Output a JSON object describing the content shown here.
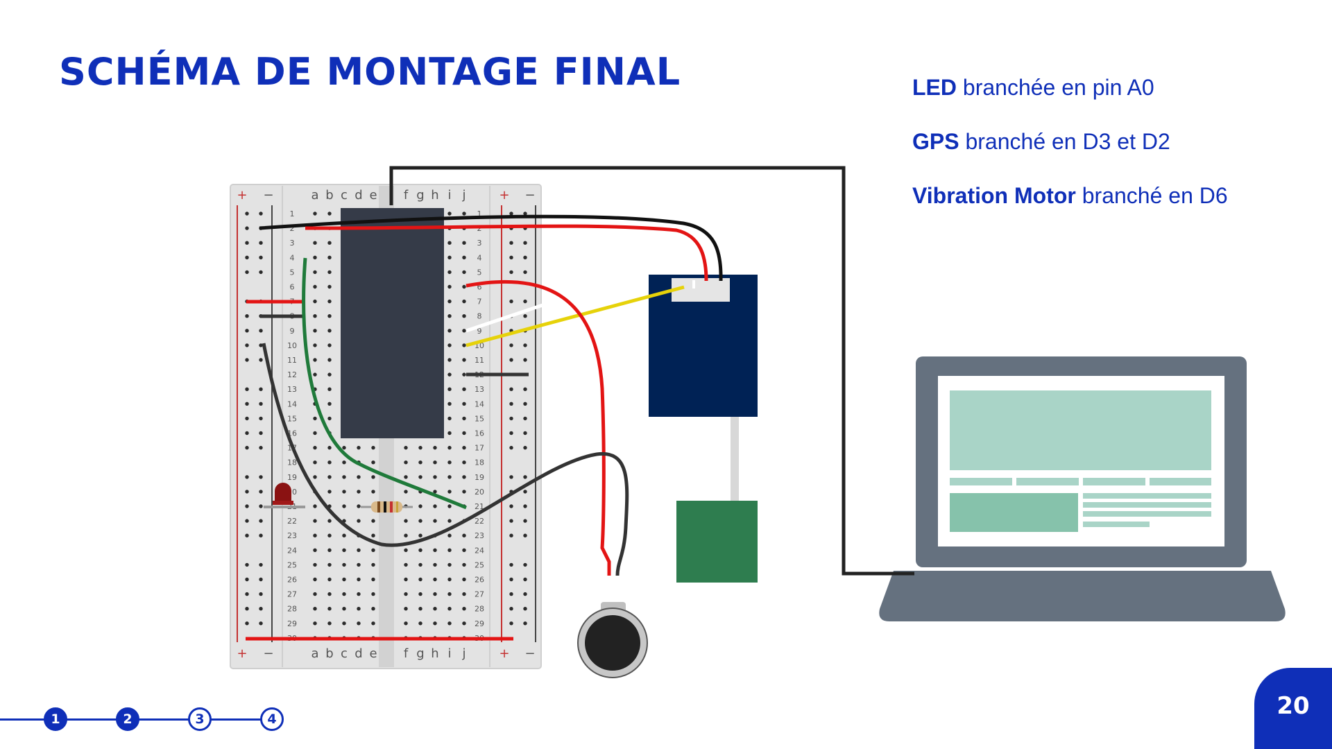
{
  "title": "SCHÉMA DE MONTAGE FINAL",
  "notes": [
    {
      "strong": "LED",
      "text": " branchée en pin A0"
    },
    {
      "strong": "GPS",
      "text": " branché en D3 et D2"
    },
    {
      "strong": "Vibration Motor",
      "text": " branché en D6"
    }
  ],
  "breadboard": {
    "columns_left": [
      "a",
      "b",
      "c",
      "d",
      "e"
    ],
    "columns_right": [
      "f",
      "g",
      "h",
      "i",
      "j"
    ],
    "plus": "+",
    "minus": "−",
    "rows": 30
  },
  "colors": {
    "accent": "#0f2fb8",
    "wire_black": "#111111",
    "wire_red": "#e31414",
    "wire_green": "#1f7a3a",
    "wire_yellow": "#e6d20a",
    "wire_white": "#ffffff",
    "microcontroller": "#353b48",
    "gps_module": "#002255",
    "green_module": "#2e7d4f",
    "laptop": "#65717f",
    "screen_block": "#a9d4c7"
  },
  "stepper": [
    "1",
    "2",
    "3",
    "4"
  ],
  "page_number": "20"
}
